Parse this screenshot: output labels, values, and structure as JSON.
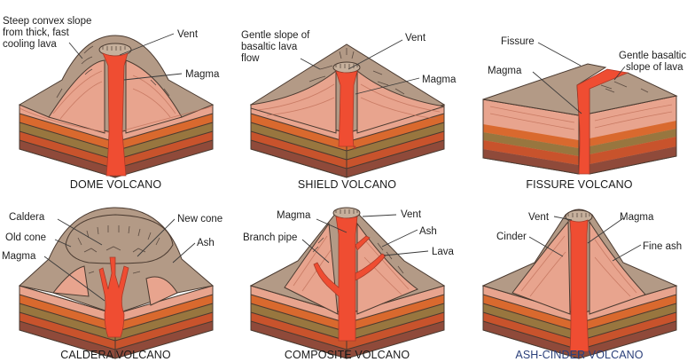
{
  "colors": {
    "ground": "#b39a86",
    "inner": "#e8a48e",
    "layer1": "#d9692e",
    "layer2": "#98763f",
    "layer3": "#c8532c",
    "layer4": "#8f4a3a",
    "magma": "#ef4d32",
    "title_default": "#1a1a1a",
    "title_highlight": "#2a3f7a"
  },
  "panels": [
    {
      "id": "dome",
      "title": "DOME VOLCANO",
      "labels": {
        "slope_line1": "Steep convex slope",
        "slope_line2": "from thick, fast",
        "slope_line3": "cooling lava",
        "vent": "Vent",
        "magma": "Magma"
      }
    },
    {
      "id": "shield",
      "title": "SHIELD VOLCANO",
      "labels": {
        "slope_line1": "Gentle slope of",
        "slope_line2": "basaltic lava",
        "slope_line3": "flow",
        "vent": "Vent",
        "magma": "Magma"
      }
    },
    {
      "id": "fissure",
      "title": "FISSURE VOLCANO",
      "labels": {
        "fissure": "Fissure",
        "magma": "Magma",
        "slope_line1": "Gentle basaltic",
        "slope_line2": "slope of lava"
      }
    },
    {
      "id": "caldera",
      "title": "CALDERA VOLCANO",
      "labels": {
        "caldera": "Caldera",
        "old_cone": "Old cone",
        "magma": "Magma",
        "new_cone": "New cone",
        "ash": "Ash"
      }
    },
    {
      "id": "composite",
      "title": "COMPOSITE VOLCANO",
      "labels": {
        "magma": "Magma",
        "branch_pipe": "Branch pipe",
        "vent": "Vent",
        "ash": "Ash",
        "lava": "Lava"
      }
    },
    {
      "id": "ash-cinder",
      "title": "ASH-CINDER VOLCANO",
      "labels": {
        "vent": "Vent",
        "cinder": "Cinder",
        "magma": "Magma",
        "fine_ash": "Fine ash"
      }
    }
  ]
}
